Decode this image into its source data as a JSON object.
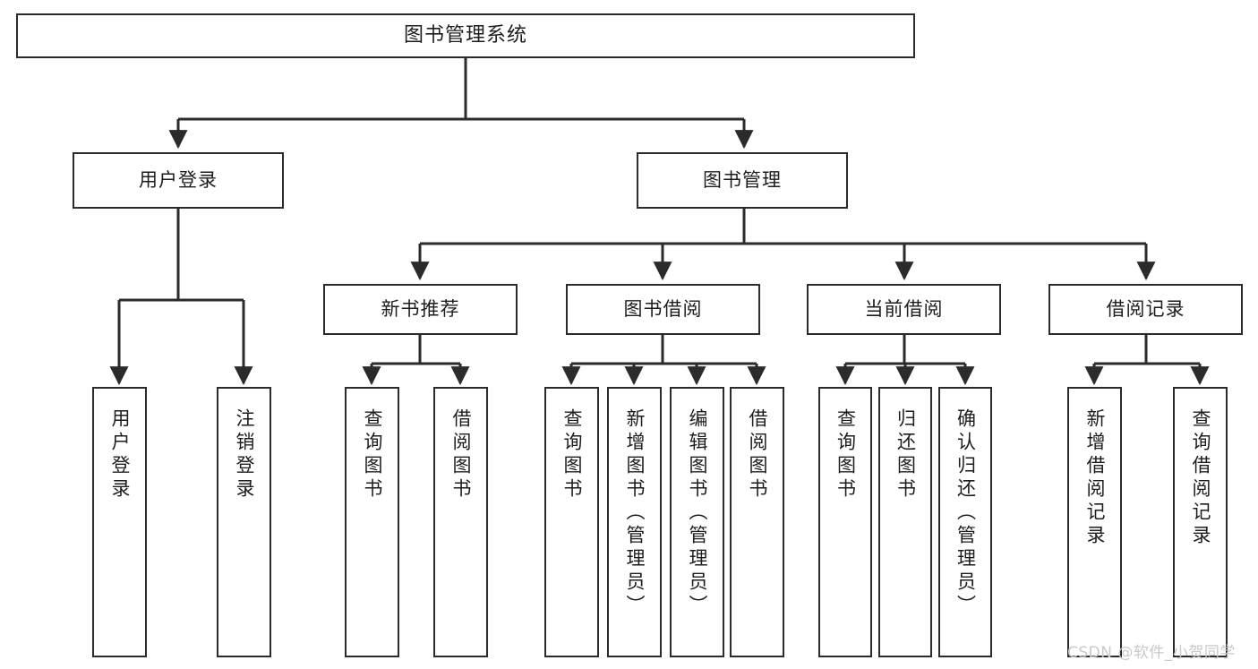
{
  "diagram": {
    "type": "tree",
    "title": "图书管理系统",
    "orientation": "top-down",
    "colors": {
      "box_border": "#2b2b2b",
      "box_fill": "#ffffff",
      "connector": "#2b2b2b",
      "text": "#1d1d1d",
      "watermark": "#c9c9c9",
      "background": "#ffffff"
    }
  },
  "root": {
    "label": "图书管理系统"
  },
  "level2": [
    {
      "label": "用户登录"
    },
    {
      "label": "图书管理"
    }
  ],
  "level3": [
    {
      "label": "新书推荐"
    },
    {
      "label": "图书借阅"
    },
    {
      "label": "当前借阅"
    },
    {
      "label": "借阅记录"
    }
  ],
  "leaves": {
    "user_login": [
      {
        "label": "用户登录"
      },
      {
        "label": "注销登录"
      }
    ],
    "new_book": [
      {
        "label": "查询图书"
      },
      {
        "label": "借阅图书"
      }
    ],
    "borrow_book": [
      {
        "label": "查询图书"
      },
      {
        "label": "新增图书（管理员）"
      },
      {
        "label": "编辑图书（管理员）"
      },
      {
        "label": "借阅图书"
      }
    ],
    "current_borrow": [
      {
        "label": "查询图书"
      },
      {
        "label": "归还图书"
      },
      {
        "label": "确认归还（管理员）"
      }
    ],
    "borrow_record": [
      {
        "label": "新增借阅记录"
      },
      {
        "label": "查询借阅记录"
      }
    ]
  },
  "watermark": {
    "text": "CSDN @软件_小贺同学"
  }
}
